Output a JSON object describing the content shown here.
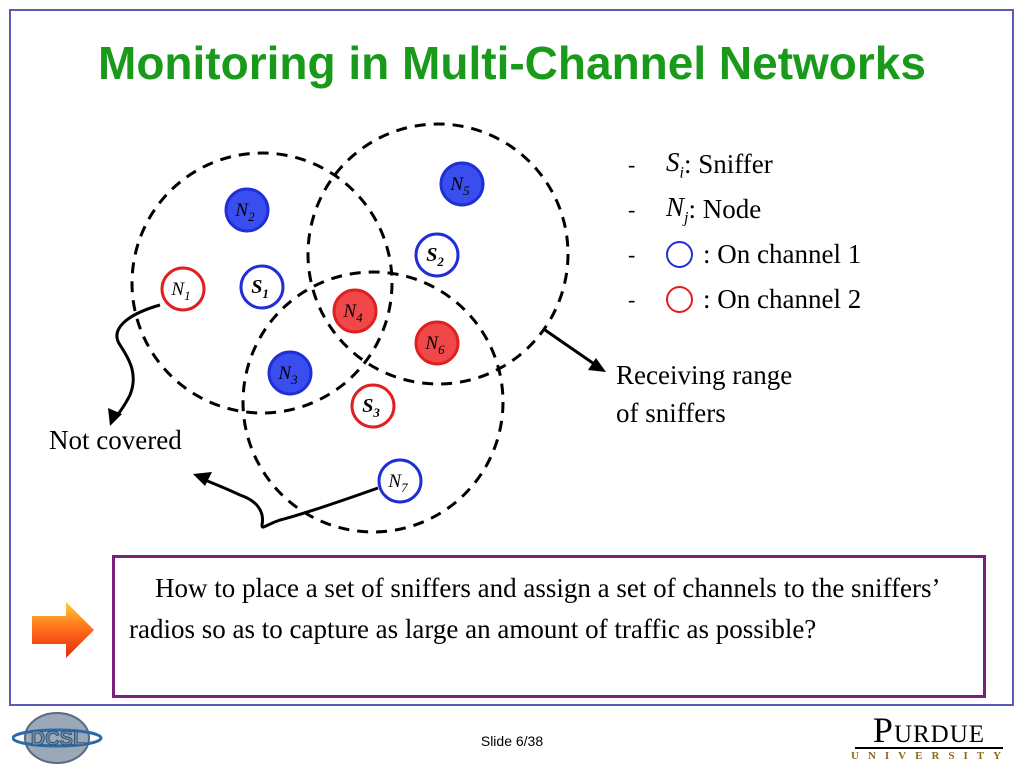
{
  "title": "Monitoring in Multi-Channel Networks",
  "legend": {
    "items": [
      {
        "symbol": "S",
        "sub": "i",
        "text": ": Sniffer"
      },
      {
        "symbol": "N",
        "sub": "j",
        "text": ": Node"
      },
      {
        "text": ": On channel 1",
        "color": "#1f2fd6"
      },
      {
        "text": ": On channel 2",
        "color": "#e02020"
      }
    ],
    "dash": "-"
  },
  "range_label_line1": "Receiving range",
  "range_label_line2": "of sniffers",
  "not_covered": "Not covered",
  "question": "How to place a set of sniffers and assign a set of channels to the sniffers’ radios so as to capture as large an amount of traffic as possible?",
  "slide_number": "Slide 6/38",
  "logos": {
    "dcsl": "DCSL",
    "purdue": "Purdue",
    "purdue_sub": "UNIVERSITY"
  },
  "diagram": {
    "nodes": [
      {
        "label": "N",
        "sub": "1",
        "type": "node",
        "channel": 2,
        "filled": false
      },
      {
        "label": "N",
        "sub": "2",
        "type": "node",
        "channel": 1,
        "filled": true
      },
      {
        "label": "N",
        "sub": "3",
        "type": "node",
        "channel": 1,
        "filled": true
      },
      {
        "label": "N",
        "sub": "4",
        "type": "node",
        "channel": 2,
        "filled": true
      },
      {
        "label": "N",
        "sub": "5",
        "type": "node",
        "channel": 1,
        "filled": true
      },
      {
        "label": "N",
        "sub": "6",
        "type": "node",
        "channel": 2,
        "filled": true
      },
      {
        "label": "N",
        "sub": "7",
        "type": "node",
        "channel": 1,
        "filled": false
      },
      {
        "label": "S",
        "sub": "1",
        "type": "sniffer",
        "channel": 1,
        "filled": false
      },
      {
        "label": "S",
        "sub": "2",
        "type": "sniffer",
        "channel": 1,
        "filled": false
      },
      {
        "label": "S",
        "sub": "3",
        "type": "sniffer",
        "channel": 2,
        "filled": false
      }
    ],
    "colors": {
      "channel1": "#1f2fd6",
      "channel1_fill": "#3a4ef0",
      "channel2": "#e02020",
      "channel2_fill": "#f04848"
    }
  }
}
